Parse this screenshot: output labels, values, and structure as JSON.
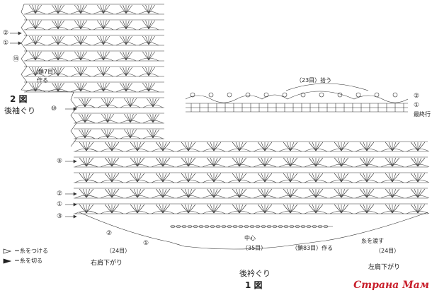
{
  "figure2": {
    "title": "2 図",
    "subtitle": "後袖ぐり",
    "chain_note": [
      "（鎖7目）",
      "作る"
    ]
  },
  "figure1": {
    "title": "1 図",
    "subtitle": "後衿ぐり",
    "center_label": "中心",
    "center_count": "（35目）",
    "chain_note": "（鎖83目）作る",
    "left_count": "（24目）",
    "right_count": "（24目）",
    "right_shoulder": "右肩下がり",
    "left_shoulder": "左肩下がり",
    "pass_yarn": "糸を渡す"
  },
  "detail": {
    "top_note": "（23目）拾う",
    "last_row": "最終行"
  },
  "row_markers": {
    "r2": "②",
    "r1": "①",
    "r14": "⑭",
    "r10": "⑩",
    "r5": "⑤",
    "r3": "③"
  },
  "legend": {
    "attach": "＝糸をつける",
    "cut": "＝糸を切る"
  },
  "watermark": "Страна Мам"
}
